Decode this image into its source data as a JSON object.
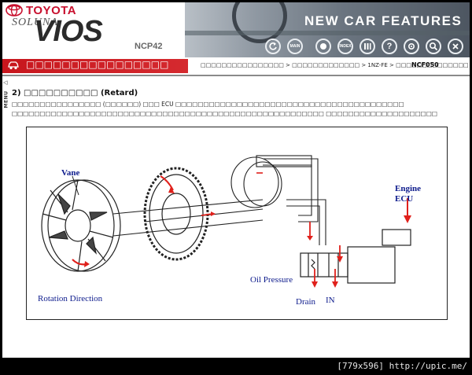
{
  "header": {
    "brand": "TOYOTA",
    "sub_brand": "SOLUNA",
    "model_name": "VIOS",
    "model_code": "NCP42",
    "section": "NEW CAR FEATURES",
    "nav": [
      {
        "label": "",
        "icon": "back-icon"
      },
      {
        "label": "MAIN",
        "icon": "main-icon"
      },
      {
        "label": "INDEX",
        "icon": "index-icon"
      },
      {
        "label": "",
        "icon": "pause-icon"
      },
      {
        "label": "?",
        "icon": "help-icon"
      },
      {
        "label": "",
        "icon": "settings-icon"
      },
      {
        "label": "",
        "icon": "search-icon"
      },
      {
        "label": "",
        "icon": "close-icon"
      }
    ]
  },
  "titlebar": {
    "title": "□□□□□□□□□□□□□□□□",
    "breadcrumb": "□□□□□□□□□□□□□□□□ > □□□□□□□□□□□□□ > 1NZ-FE > □□□□□□□□□□□□□□",
    "page_code": "NCF050"
  },
  "menu_tab": {
    "label": "MENU",
    "arrow": "◁"
  },
  "content": {
    "heading": "2) □□□□□□□□□□ (Retard)",
    "paragraph": "□□□□□□□□□□□□□□□□ (□□□□□□) □□□ ECU □□□□□□□□□□□□□□□□□□□□□□□□□□□□□□□□□□□□□□□□□ □□□□□□□□□□□□□□□□□□□□□□□□□□□□□□□□□□□□□□□□□□□□□□□□□□□□□□□□ □□□□□□□□□□□□□□□□□□□□"
  },
  "diagram": {
    "labels": {
      "vane": "Vane",
      "rotation": "Rotation Direction",
      "engine_ecu_line1": "Engine",
      "engine_ecu_line2": "ECU",
      "oil_pressure": "Oil Pressure",
      "drain": "Drain",
      "in": "IN"
    },
    "colors": {
      "label": "#0d1b8c",
      "arrow": "#e0201b",
      "line": "#222222"
    }
  },
  "footer": {
    "watermark": "[779x596] http://upic.me/"
  }
}
